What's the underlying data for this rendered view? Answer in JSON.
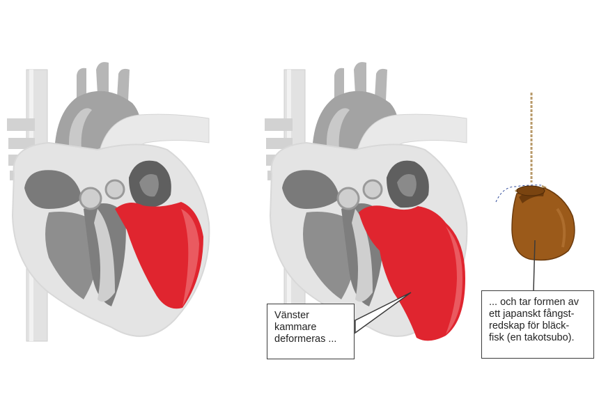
{
  "colors": {
    "heart_light": "#e7e7e7",
    "heart_mid": "#bdbdbd",
    "heart_dark": "#8f8f8f",
    "heart_darker": "#6e6e6e",
    "ventricle_red": "#e0252f",
    "ventricle_highlight": "#ea5a60",
    "pot_brown": "#9b5a1a",
    "pot_dark": "#6b3a0c",
    "rope": "#b89a6a",
    "callout_border": "#3a3a3a"
  },
  "icons": [
    "heart-normal-illustration",
    "heart-takotsubo-illustration",
    "takotsubo-octopus-pot-icon"
  ],
  "callouts": {
    "left": {
      "lines": [
        "Vänster",
        "kammare",
        "deformeras ..."
      ]
    },
    "right": {
      "lines": [
        "... och tar formen av",
        "ett japanskt fångst-",
        "redskap för bläck-",
        "fisk (en takotsubo)."
      ]
    }
  }
}
